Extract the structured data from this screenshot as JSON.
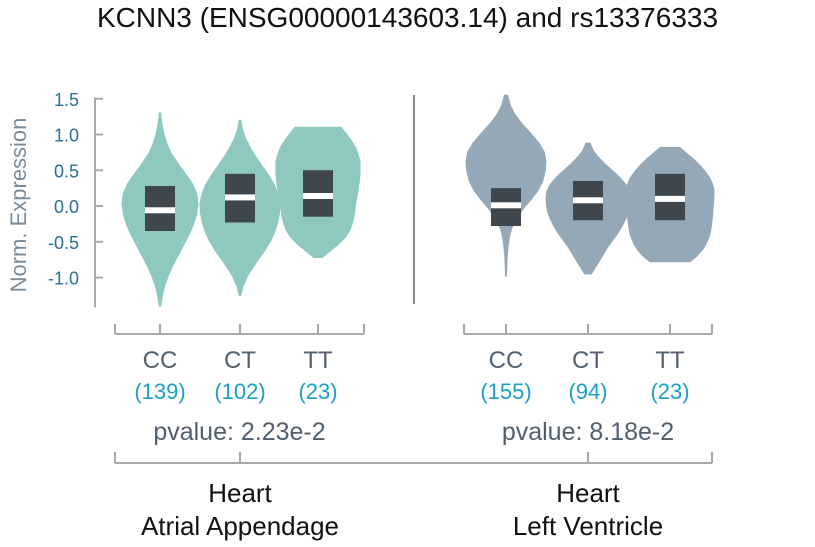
{
  "title": "KCNN3 (ENSG00000143603.14) and rs13376333",
  "colors": {
    "atrial": "#8ec8bf",
    "ventricle": "#95a8b7",
    "box": "#3f464c",
    "median": "#ffffff",
    "axis": "#a9a9a9",
    "tick_text": "#2a6f9a",
    "count_text": "#1aa0c4",
    "divider": "#8a8a8a"
  },
  "chart_data": {
    "type": "violin",
    "ylabel": "Norm. Expression",
    "yticks": [
      "1.5",
      "1.0",
      "0.5",
      "0.0",
      "-0.5",
      "-1.0"
    ],
    "ylim": [
      -1.45,
      1.6
    ],
    "groups": [
      {
        "tissue_line1": "Heart",
        "tissue_line2": "Atrial Appendage",
        "pvalue": "pvalue: 2.23e-2",
        "color_key": "atrial",
        "series": [
          {
            "genotype": "CC",
            "count": "(139)",
            "min": -1.4,
            "max": 1.3,
            "q1": -0.35,
            "q3": 0.28,
            "median": -0.06,
            "density": [
              0.02,
              0.05,
              0.1,
              0.18,
              0.3,
              0.48,
              0.68,
              0.86,
              0.97,
              1.0,
              0.96,
              0.88,
              0.76,
              0.62,
              0.48,
              0.34,
              0.22,
              0.12,
              0.06,
              0.02
            ]
          },
          {
            "genotype": "CT",
            "count": "(102)",
            "min": -1.25,
            "max": 1.2,
            "q1": -0.23,
            "q3": 0.45,
            "median": 0.12,
            "density": [
              0.02,
              0.06,
              0.14,
              0.26,
              0.4,
              0.56,
              0.72,
              0.86,
              0.95,
              1.0,
              0.99,
              0.95,
              0.88,
              0.78,
              0.64,
              0.48,
              0.32,
              0.18,
              0.08,
              0.02
            ]
          },
          {
            "genotype": "TT",
            "count": "(23)",
            "min": -0.72,
            "max": 1.1,
            "q1": -0.15,
            "q3": 0.5,
            "median": 0.14,
            "density": [
              0.55,
              0.68,
              0.8,
              0.9,
              0.96,
              1.0,
              1.0,
              1.0,
              0.98,
              0.96,
              0.93,
              0.9,
              0.88,
              0.86,
              0.82,
              0.76,
              0.66,
              0.5,
              0.3,
              0.1
            ]
          }
        ]
      },
      {
        "tissue_line1": "Heart",
        "tissue_line2": "Left Ventricle",
        "pvalue": "pvalue: 8.18e-2",
        "color_key": "ventricle",
        "series": [
          {
            "genotype": "CC",
            "count": "(155)",
            "min": -0.98,
            "max": 1.55,
            "q1": -0.28,
            "q3": 0.25,
            "median": 0.01,
            "density": [
              0.04,
              0.1,
              0.22,
              0.4,
              0.62,
              0.82,
              0.96,
              1.0,
              0.98,
              0.92,
              0.8,
              0.62,
              0.42,
              0.26,
              0.14,
              0.08,
              0.05,
              0.03,
              0.02,
              0.01
            ]
          },
          {
            "genotype": "CT",
            "count": "(94)",
            "min": -0.95,
            "max": 0.88,
            "q1": -0.2,
            "q3": 0.35,
            "median": 0.08,
            "density": [
              0.05,
              0.12,
              0.24,
              0.4,
              0.58,
              0.76,
              0.9,
              0.98,
              1.0,
              0.99,
              0.96,
              0.9,
              0.82,
              0.72,
              0.6,
              0.48,
              0.38,
              0.28,
              0.18,
              0.08
            ]
          },
          {
            "genotype": "TT",
            "count": "(23)",
            "min": -0.78,
            "max": 0.82,
            "q1": -0.2,
            "q3": 0.45,
            "median": 0.1,
            "density": [
              0.22,
              0.38,
              0.54,
              0.68,
              0.8,
              0.9,
              0.96,
              1.0,
              1.0,
              0.99,
              0.98,
              0.97,
              0.96,
              0.94,
              0.92,
              0.88,
              0.82,
              0.74,
              0.62,
              0.45
            ]
          }
        ]
      }
    ]
  }
}
